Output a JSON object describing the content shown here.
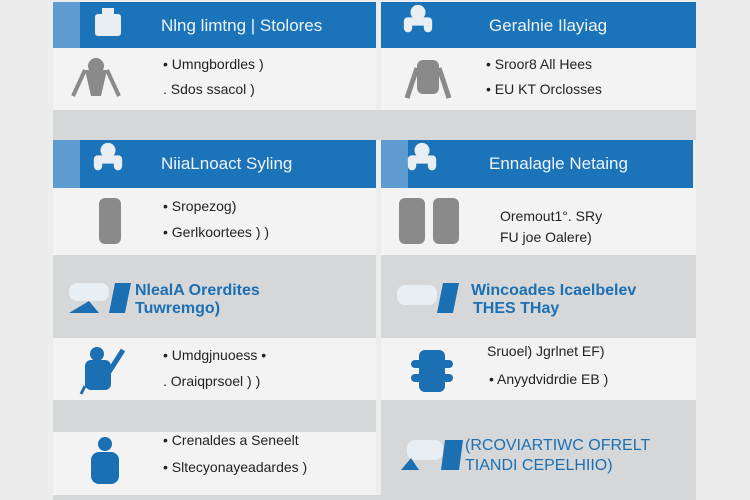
{
  "cards": [
    {
      "title": "Nlng limtng | Stolores",
      "bullets": [
        "• Umngbordles )",
        ". Sdos ssacol )"
      ]
    },
    {
      "title": "Geralnie Ilayiag",
      "bullets": [
        "• Sroor8 All Hees",
        "• EU KT Orclosses"
      ]
    },
    {
      "title": "NiiaLnoact Syling",
      "bullets": [
        "• Sropezog)",
        "• Gerlkoortees ) )"
      ]
    },
    {
      "title": "Ennalagle Netaing",
      "bullets": [
        "Oremout1°. SRy",
        "FU joe Oalere)"
      ]
    }
  ],
  "sections": [
    {
      "heading": [
        "NlealA Orerdites",
        "Tuwremgo)"
      ]
    },
    {
      "heading": [
        "Wincoades Icaelbelev",
        "THES THay"
      ]
    },
    {
      "heading": [
        "(RCOVIARTIWC OFRELT",
        "TIANDI CEPELHIIO)"
      ]
    }
  ],
  "lower": [
    {
      "bullets": [
        "• Umdgjnuoess •",
        ". Oraiqprsoel ) )"
      ]
    },
    {
      "bullets": [
        "Sruoel) Jgrlnet EF)",
        "• Anyydvidrdie EB )"
      ]
    },
    {
      "bullets": [
        "• Crenaldes a Seneelt",
        "• Sltecyonayeadardes )"
      ]
    }
  ],
  "colors": {
    "primary": "#1b73ba",
    "icon_gray": "#8a8a8a"
  }
}
